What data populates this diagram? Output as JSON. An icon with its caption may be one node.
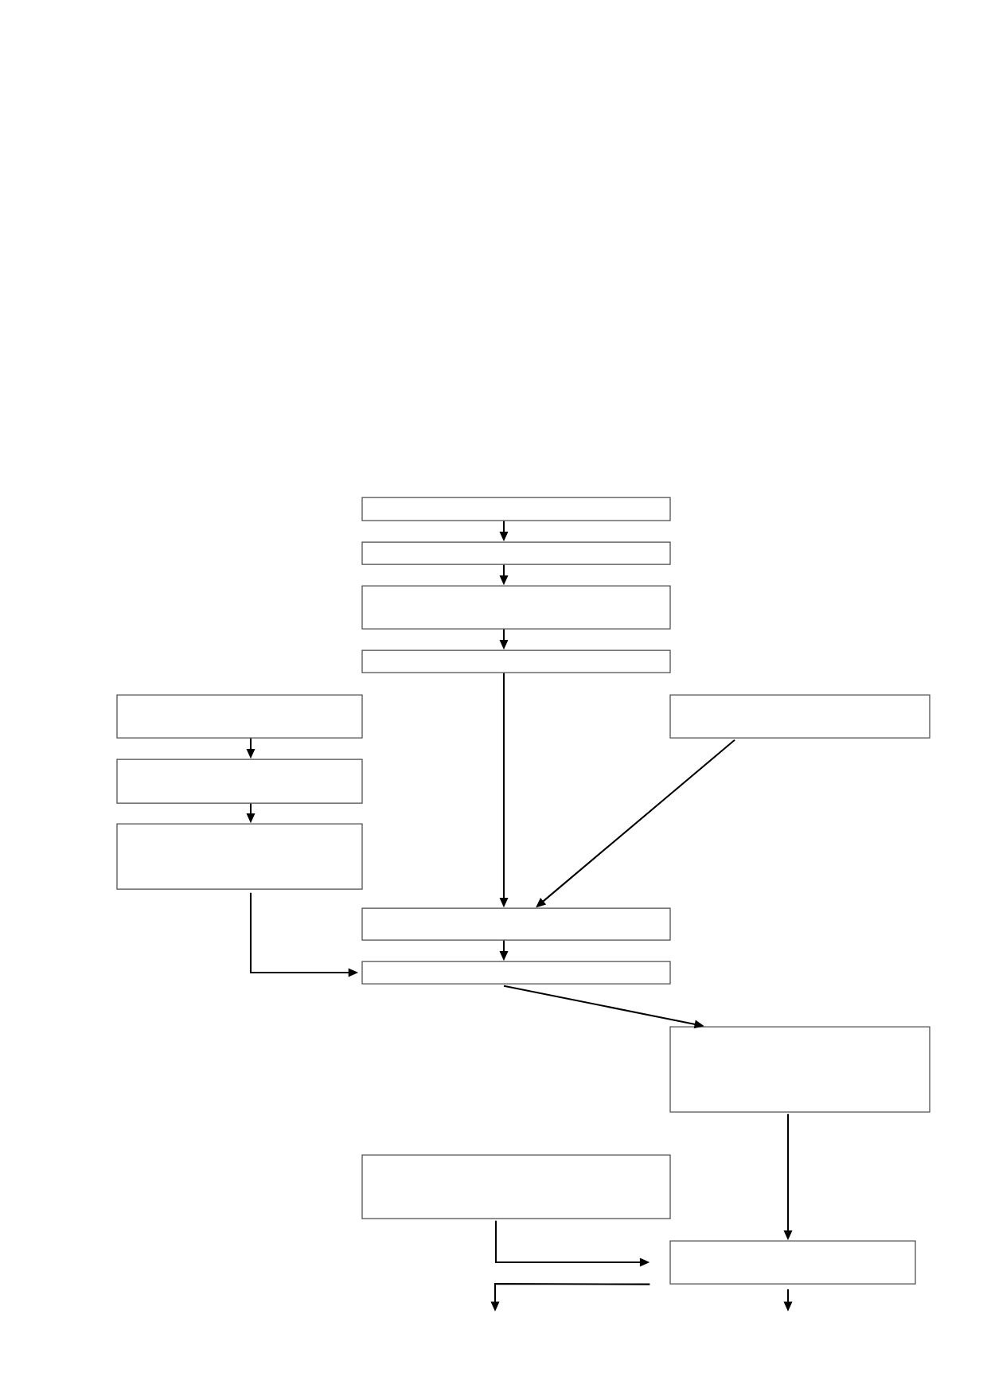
{
  "diagram": {
    "nodes": [
      {
        "text": [],
        "shape": "box"
      },
      {
        "text": [],
        "shape": "box"
      },
      {
        "text": [],
        "shape": "box"
      },
      {
        "text": [],
        "shape": "box"
      },
      {
        "text": [],
        "shape": "box"
      },
      {
        "text": [],
        "shape": "box"
      },
      {
        "text": [],
        "shape": "box"
      },
      {
        "text": [],
        "shape": "box"
      },
      {
        "text": [],
        "shape": "box"
      },
      {
        "text": [],
        "shape": "box"
      },
      {
        "text": [],
        "shape": "box"
      },
      {
        "text": [],
        "shape": "box"
      },
      {
        "text": [],
        "shape": "box"
      }
    ],
    "edges": [
      {
        "from": 0,
        "to": 1,
        "arrow": "to"
      },
      {
        "from": 1,
        "to": 2,
        "arrow": "to"
      },
      {
        "from": 2,
        "to": 3,
        "arrow": "to"
      },
      {
        "from": 4,
        "to": 6,
        "arrow": "to"
      },
      {
        "from": 6,
        "to": 7,
        "arrow": "to"
      },
      {
        "from": 3,
        "to": 8,
        "arrow": "to"
      },
      {
        "from": 5,
        "to": 8,
        "arrow": "to"
      },
      {
        "from": 7,
        "to": 9,
        "arrow": "to"
      },
      {
        "from": 8,
        "to": 9,
        "arrow": "to"
      },
      {
        "from": 9,
        "to": 10,
        "arrow": "to"
      },
      {
        "from": 10,
        "to": 12,
        "arrow": "to"
      },
      {
        "from": 11,
        "to": 12,
        "arrow": "to"
      },
      {
        "from": 12,
        "to": null,
        "arrow": "to"
      },
      {
        "from": 12,
        "to": null,
        "arrow": "to"
      }
    ]
  }
}
